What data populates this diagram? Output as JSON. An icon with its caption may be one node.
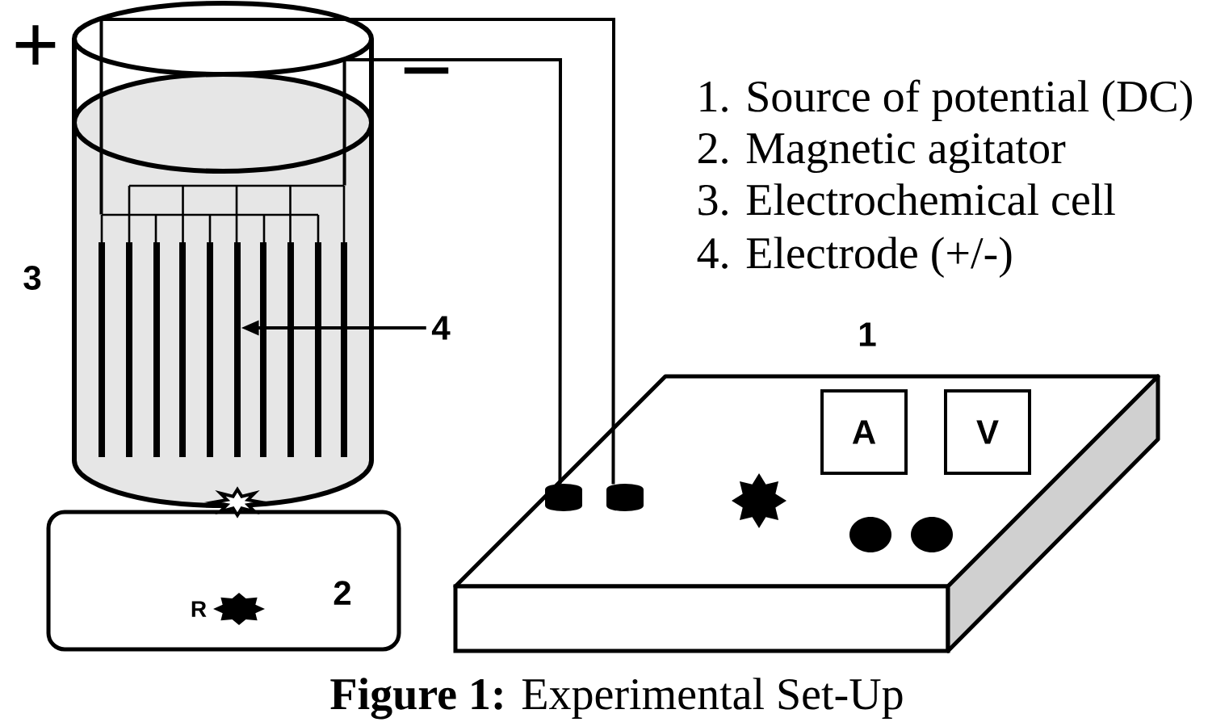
{
  "diagram": {
    "caption": "**Figure 1:** Experimental Set-Up",
    "nodes": [
      {
        "text": [],
        "shape": "cylinder",
        "beside": [
          "3"
        ]
      },
      {
        "text": [],
        "shape": "comb",
        "in": 0
      },
      {
        "text": [],
        "shape": "comb",
        "in": 0
      },
      {
        "text": [],
        "shape": "bar",
        "in": 0
      },
      {
        "text": [
          "4"
        ]
      },
      {
        "text": [
          "R",
          "2"
        ]
      },
      {
        "text": [],
        "shape": "box",
        "beside": [
          "1"
        ]
      },
      {
        "text": [
          "A"
        ],
        "in": 6
      },
      {
        "text": [
          "V"
        ],
        "in": 6
      },
      {
        "text": [],
        "shape": "cylinder",
        "in": 6
      },
      {
        "text": [],
        "shape": "cylinder",
        "in": 6
      }
    ],
    "edges": [
      {
        "from": 4,
        "to": 3,
        "arrow": "to"
      },
      {
        "from": 1,
        "to": 9,
        "arrow": "none"
      },
      {
        "from": 2,
        "to": 10,
        "arrow": "none"
      }
    ],
    "labels": [
      "+",
      "−",
      "1. Source of potential (DC)",
      "2. Magnetic agitator",
      "3. Electrochemical cell",
      "4. Electrode (+/-)"
    ]
  }
}
